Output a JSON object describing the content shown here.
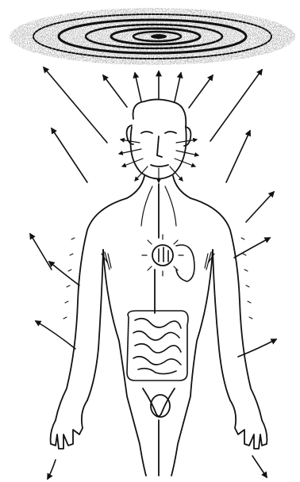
{
  "figure": {
    "kind": "line-drawing",
    "ink_color": "#111111",
    "background_color": "#ffffff",
    "elements": [
      "spiral-galaxy",
      "human-figure",
      "head",
      "heart-sun",
      "intestines",
      "outward-arrows"
    ]
  }
}
